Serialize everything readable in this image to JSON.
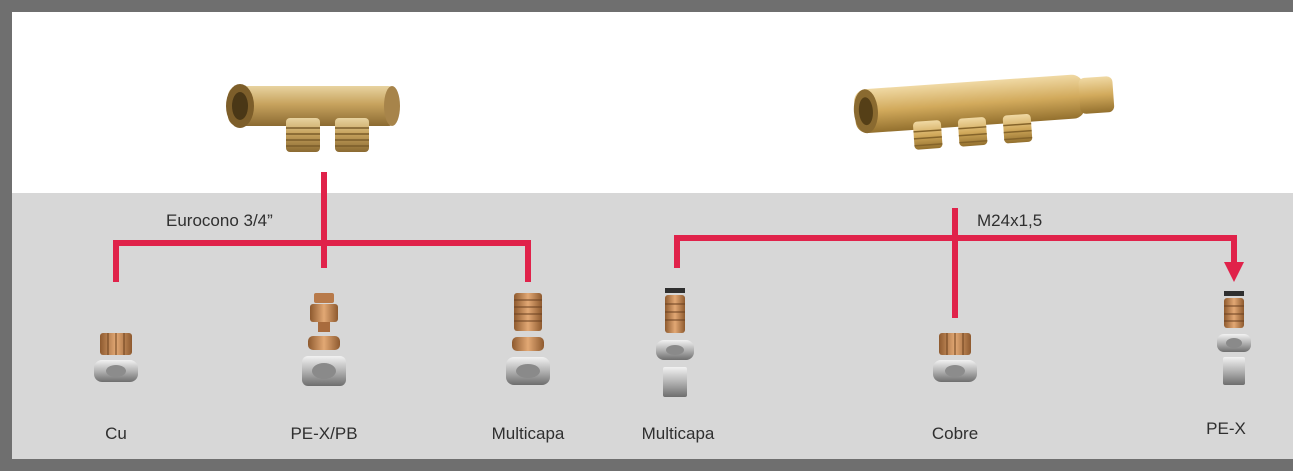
{
  "colors": {
    "frame": "#6f6f6f",
    "band": "#d7d7d7",
    "connector": "#e0224a",
    "brass": "#c8a45f",
    "nickel": "#a8a8a8"
  },
  "groups": [
    {
      "connection_label": "Eurocono 3/4”",
      "manifold_outlets": 2,
      "fittings": [
        {
          "label": "Cu",
          "icon": "fitting-compression-icon"
        },
        {
          "label": "PE-X/PB",
          "icon": "fitting-three-piece-icon"
        },
        {
          "label": "Multicapa",
          "icon": "fitting-multilayer-icon"
        }
      ]
    },
    {
      "connection_label": "M24x1,5",
      "manifold_outlets": 3,
      "fittings": [
        {
          "label": "Multicapa",
          "icon": "fitting-sleeve-icon"
        },
        {
          "label": "Cobre",
          "icon": "fitting-compression-icon"
        },
        {
          "label": "PE-X",
          "icon": "fitting-sleeve-icon"
        }
      ]
    }
  ]
}
